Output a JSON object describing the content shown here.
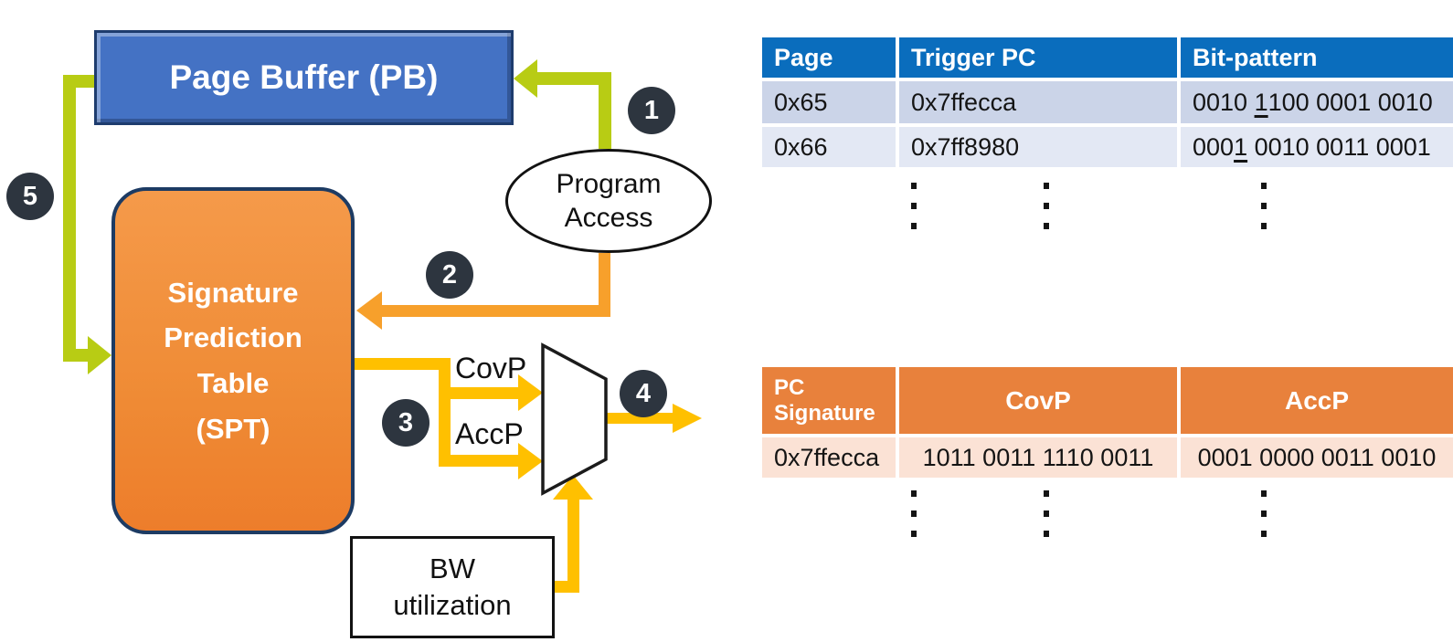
{
  "diagram": {
    "page_buffer_label": "Page Buffer (PB)",
    "spt_label": "Signature Prediction Table (SPT)",
    "program_access_label": "Program Access",
    "bw_label": "BW\nutilization",
    "covp_label": "CovP",
    "accp_label": "AccP",
    "step_labels": [
      "1",
      "2",
      "3",
      "4",
      "5"
    ]
  },
  "page_table": {
    "headers": [
      "Page",
      "Trigger PC",
      "Bit-pattern"
    ],
    "rows": [
      {
        "page": "0x65",
        "trigger_pc": "0x7ffecca",
        "bits_pre": "0010 ",
        "bits_marked": "1",
        "bits_post": "100 0001 0010"
      },
      {
        "page": "0x66",
        "trigger_pc": "0x7ff8980",
        "bits_pre": "000",
        "bits_marked": "1",
        "bits_post": " 0010 0011 0001"
      }
    ]
  },
  "spt_table": {
    "headers": [
      "PC Signature",
      "CovP",
      "AccP"
    ],
    "rows": [
      {
        "pc_signature": "0x7ffecca",
        "covp": "1011 0011 1110 0011",
        "accp": "0001 0000 0011 0010"
      }
    ]
  },
  "colors": {
    "table1_header": "#0a6dbd",
    "table1_row_odd": "#cbd4e8",
    "table1_row_even": "#e3e8f4",
    "table2_header": "#e8813c",
    "table2_row": "#fbe2d5",
    "pb_fill": "#4472c4",
    "spt_fill": "#f0913e",
    "flow_green": "#b8cc14",
    "flow_orange": "#f7a02b",
    "flow_yellow": "#ffc000",
    "badge": "#2d353f"
  }
}
